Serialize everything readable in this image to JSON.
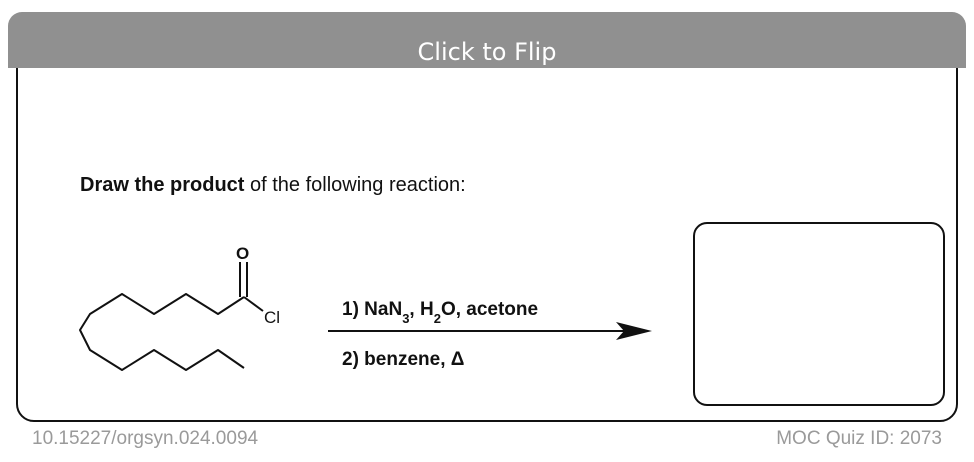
{
  "flip_bar": {
    "label": "Click to Flip"
  },
  "question": {
    "bold_text": "Draw the product",
    "rest_text": " of the following reaction:"
  },
  "molecule": {
    "oxygen_label": "O",
    "chlorine_label": "Cl"
  },
  "reaction": {
    "step1_prefix": "1)  NaN",
    "step1_sub1": "3",
    "step1_mid": ", H",
    "step1_sub2": "2",
    "step1_suffix": "O, acetone",
    "step2": "2)  benzene, Δ"
  },
  "footer": {
    "doi": "10.15227/orgsyn.024.0094",
    "quiz_id": "MOC Quiz ID: 2073"
  }
}
